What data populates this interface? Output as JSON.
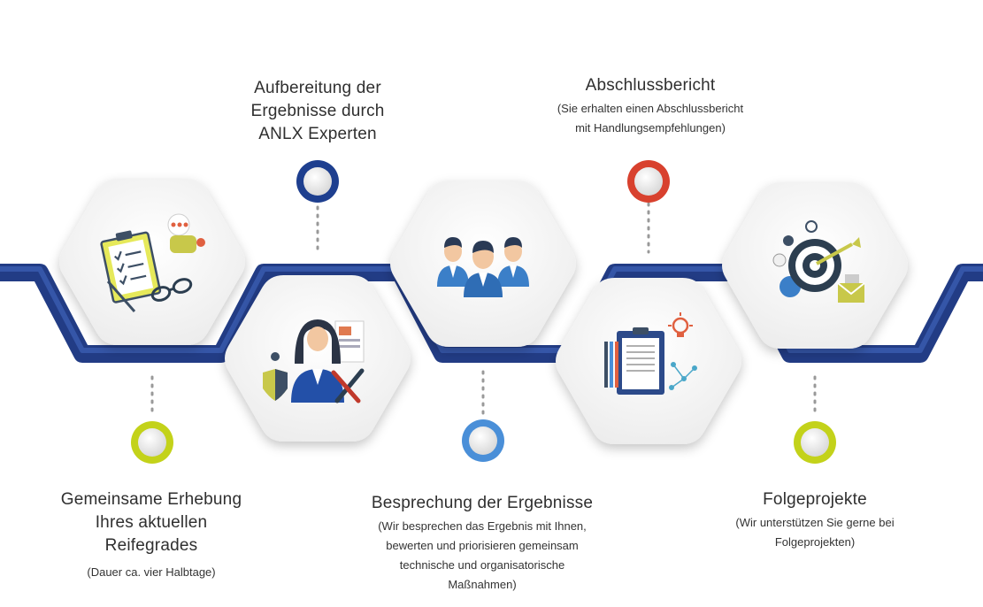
{
  "steps": [
    {
      "title_lines": [
        "Gemeinsame Erhebung",
        "Ihres aktuellen",
        "Reifegrades"
      ],
      "sub_lines": [
        "(Dauer ca. vier Halbtage)"
      ],
      "dot_color": "#c3d21a",
      "icon": "checklist-clipboard-glasses-icon"
    },
    {
      "title_lines": [
        "Aufbereitung der",
        "Ergebnisse durch",
        "ANLX Experten"
      ],
      "sub_lines": [],
      "dot_color": "#1e3f8f",
      "icon": "support-agent-tools-icon"
    },
    {
      "title_lines": [
        "Besprechung der Ergebnisse"
      ],
      "sub_lines": [
        "(Wir besprechen das Ergebnis mit Ihnen,",
        "bewerten und priorisieren gemeinsam",
        "technische und organisatorische",
        "Maßnahmen)"
      ],
      "dot_color": "#4a8fd8",
      "icon": "team-people-icon"
    },
    {
      "title_lines": [
        "Abschlussbericht"
      ],
      "sub_lines": [
        "(Sie erhalten einen Abschlussbericht",
        "mit Handlungsempfehlungen)"
      ],
      "dot_color": "#d8412e",
      "icon": "clipboard-lightbulb-icon"
    },
    {
      "title_lines": [
        "Folgeprojekte"
      ],
      "sub_lines": [
        "(Wir unterstützen Sie gerne bei",
        "Folgeprojekten)"
      ],
      "dot_color": "#c3d21a",
      "icon": "target-arrow-icon"
    }
  ],
  "colors": {
    "ribbon": "#223c85",
    "ribbon_edge": "#13276a",
    "hex_fill": "#f3f3f3",
    "hex_shadow": "#cfcfcf"
  }
}
